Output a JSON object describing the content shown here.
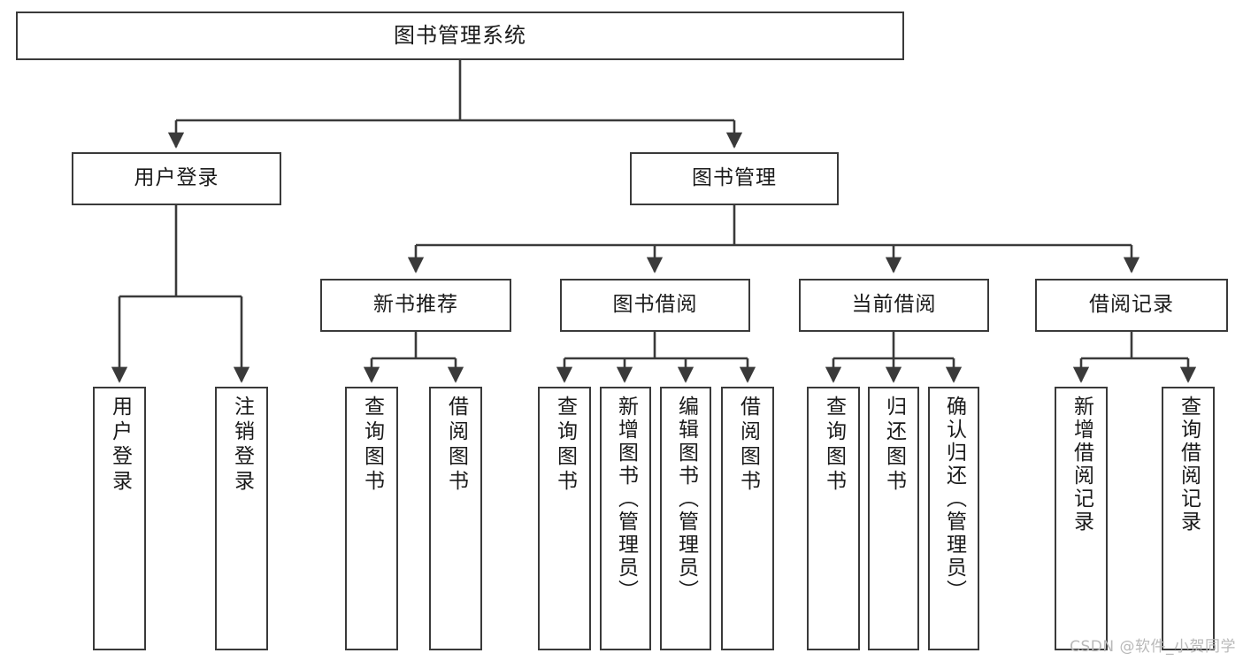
{
  "diagram": {
    "type": "tree-hierarchy",
    "title": "图书管理系统",
    "root": {
      "label": "图书管理系统"
    },
    "level2": [
      {
        "id": "user-login",
        "label": "用户登录"
      },
      {
        "id": "book-manage",
        "label": "图书管理"
      }
    ],
    "level3": [
      {
        "id": "new-book-recommend",
        "label": "新书推荐",
        "parent": "book-manage"
      },
      {
        "id": "book-borrow",
        "label": "图书借阅",
        "parent": "book-manage"
      },
      {
        "id": "current-borrow",
        "label": "当前借阅",
        "parent": "book-manage"
      },
      {
        "id": "borrow-record",
        "label": "借阅记录",
        "parent": "book-manage"
      }
    ],
    "leaves": [
      {
        "id": "leaf-user-login",
        "label": "用户登录",
        "parent": "user-login"
      },
      {
        "id": "leaf-logout",
        "label": "注销登录",
        "parent": "user-login"
      },
      {
        "id": "leaf-query-book-1",
        "label": "查询图书",
        "parent": "new-book-recommend"
      },
      {
        "id": "leaf-borrow-book-1",
        "label": "借阅图书",
        "parent": "new-book-recommend"
      },
      {
        "id": "leaf-query-book-2",
        "label": "查询图书",
        "parent": "book-borrow"
      },
      {
        "id": "leaf-add-book",
        "label": "新增图书（管理员）",
        "parent": "book-borrow"
      },
      {
        "id": "leaf-edit-book",
        "label": "编辑图书（管理员）",
        "parent": "book-borrow"
      },
      {
        "id": "leaf-borrow-book-2",
        "label": "借阅图书",
        "parent": "book-borrow"
      },
      {
        "id": "leaf-query-book-3",
        "label": "查询图书",
        "parent": "current-borrow"
      },
      {
        "id": "leaf-return-book",
        "label": "归还图书",
        "parent": "current-borrow"
      },
      {
        "id": "leaf-confirm-return",
        "label": "确认归还（管理员）",
        "parent": "current-borrow"
      },
      {
        "id": "leaf-add-record",
        "label": "新增借阅记录",
        "parent": "borrow-record"
      },
      {
        "id": "leaf-query-record",
        "label": "查询借阅记录",
        "parent": "borrow-record"
      }
    ]
  },
  "watermark": {
    "text": "CSDN @软件_小贺同学"
  },
  "colors": {
    "box_border": "#3a3a3a",
    "connector": "#3a3a3a",
    "text": "#1a1a1a",
    "background": "#ffffff",
    "watermark": "#b9b9b9"
  }
}
